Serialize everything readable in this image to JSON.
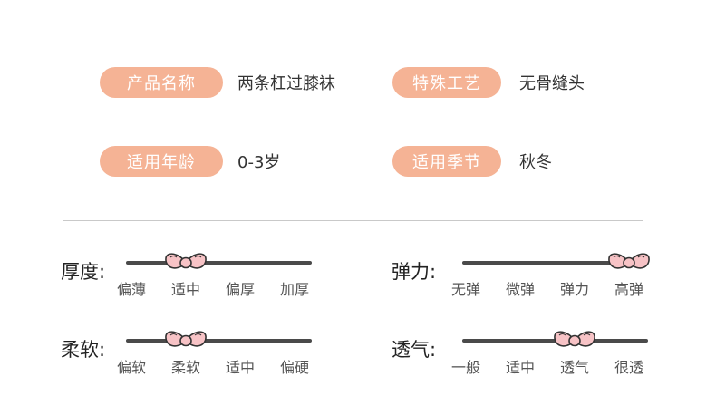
{
  "product_info": [
    {
      "label": "产品名称",
      "value": "两条杠过膝袜"
    },
    {
      "label": "特殊工艺",
      "value": "无骨缝头"
    },
    {
      "label": "适用年龄",
      "value": "0-3岁"
    },
    {
      "label": "适用季节",
      "value": "秋冬"
    }
  ],
  "scales": [
    {
      "label": "厚度:",
      "ticks": [
        "偏薄",
        "适中",
        "偏厚",
        "加厚"
      ],
      "selected": "适中",
      "selected_index": 1
    },
    {
      "label": "弹力:",
      "ticks": [
        "无弹",
        "微弹",
        "弹力",
        "高弹"
      ],
      "selected": "高弹",
      "selected_index": 3
    },
    {
      "label": "柔软:",
      "ticks": [
        "偏软",
        "柔软",
        "适中",
        "偏硬"
      ],
      "selected": "柔软",
      "selected_index": 1
    },
    {
      "label": "透气:",
      "ticks": [
        "一般",
        "适中",
        "透气",
        "很透"
      ],
      "selected": "透气",
      "selected_index": 2
    }
  ],
  "colors": {
    "pill_bg": "#f5b395",
    "pill_text": "#ffffff",
    "track": "#4a4a4a",
    "bow_fill": "#f7c3c6",
    "bow_stroke": "#333333"
  },
  "icons": {
    "slider_marker": "bow-icon"
  }
}
